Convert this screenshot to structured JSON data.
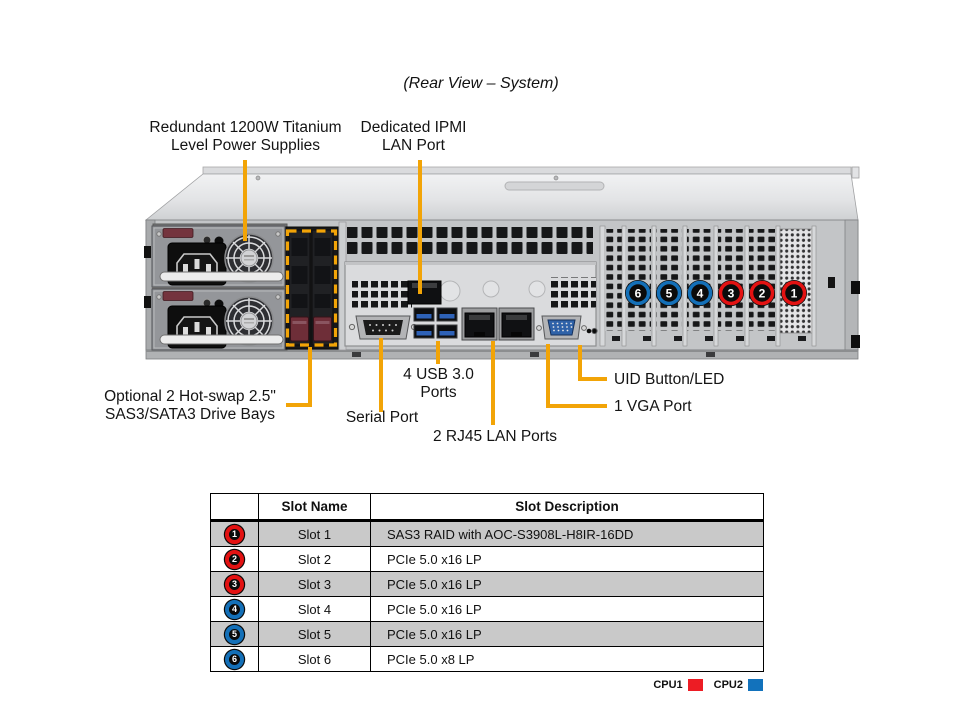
{
  "title": "(Rear View – System)",
  "labels": {
    "psu_line1": "Redundant 1200W Titanium",
    "psu_line2": "Level Power Supplies",
    "ipmi_line1": "Dedicated IPMI",
    "ipmi_line2": "LAN Port",
    "drive_line1": "Optional 2 Hot-swap 2.5\"",
    "drive_line2": "SAS3/SATA3 Drive Bays",
    "serial": "Serial Port",
    "usb_line1": "4 USB 3.0",
    "usb_line2": "Ports",
    "lan": "2 RJ45 LAN Ports",
    "uid": "UID Button/LED",
    "vga": "1 VGA Port"
  },
  "chassis_badges": [
    {
      "number": "6",
      "color": "#1470B8"
    },
    {
      "number": "5",
      "color": "#1470B8"
    },
    {
      "number": "4",
      "color": "#1470B8"
    },
    {
      "number": "3",
      "color": "#E31212"
    },
    {
      "number": "2",
      "color": "#E31212"
    },
    {
      "number": "1",
      "color": "#E31212"
    }
  ],
  "table": {
    "headers": {
      "badge": "",
      "name": "Slot Name",
      "description": "Slot Description"
    },
    "rows": [
      {
        "badge": "1",
        "badge_color": "#E31212",
        "name": "Slot 1",
        "description": "SAS3 RAID with AOC-S3908L-H8IR-16DD"
      },
      {
        "badge": "2",
        "badge_color": "#E31212",
        "name": "Slot 2",
        "description": "PCIe 5.0 x16 LP"
      },
      {
        "badge": "3",
        "badge_color": "#E31212",
        "name": "Slot 3",
        "description": "PCIe 5.0 x16 LP"
      },
      {
        "badge": "4",
        "badge_color": "#1470B8",
        "name": "Slot 4",
        "description": "PCIe 5.0 x16 LP"
      },
      {
        "badge": "5",
        "badge_color": "#1470B8",
        "name": "Slot 5",
        "description": "PCIe 5.0 x16 LP"
      },
      {
        "badge": "6",
        "badge_color": "#1470B8",
        "name": "Slot 6",
        "description": "PCIe 5.0 x8 LP"
      }
    ]
  },
  "legend": {
    "cpu1_label": "CPU1",
    "cpu1_color": "#ED1C24",
    "cpu2_label": "CPU2",
    "cpu2_color": "#1272BC"
  },
  "colors": {
    "callout": "#F2A407"
  }
}
